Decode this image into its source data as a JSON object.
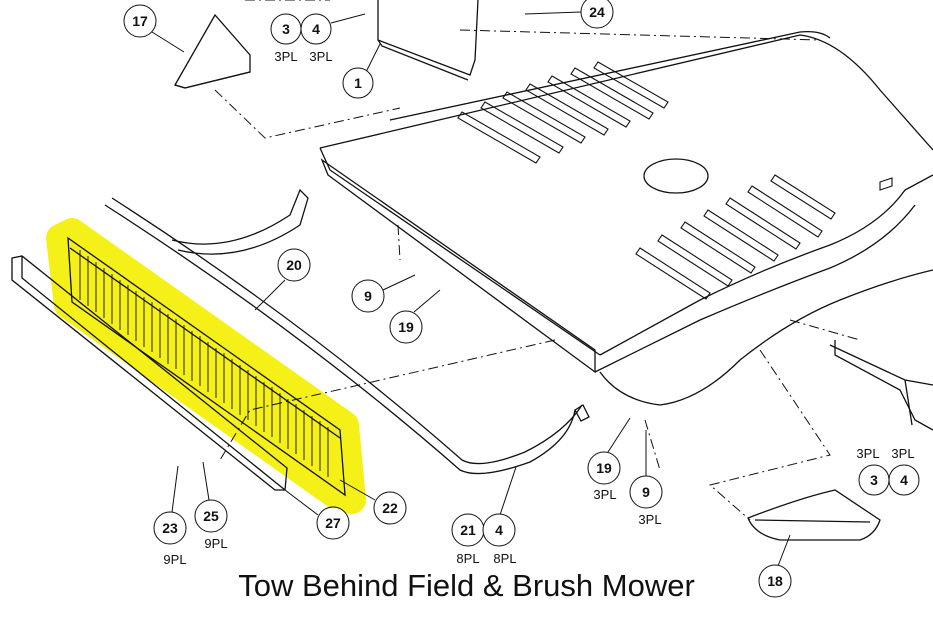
{
  "caption": "Tow Behind Field & Brush Mower",
  "highlight_color": "#f5f000",
  "callouts": [
    {
      "id": "c17",
      "num": "17"
    },
    {
      "id": "c3a",
      "num": "3",
      "qty": "3PL"
    },
    {
      "id": "c4a",
      "num": "4",
      "qty": "3PL"
    },
    {
      "id": "c1",
      "num": "1"
    },
    {
      "id": "c24",
      "num": "24"
    },
    {
      "id": "c20",
      "num": "20"
    },
    {
      "id": "c9a",
      "num": "9"
    },
    {
      "id": "c19a",
      "num": "19"
    },
    {
      "id": "c22",
      "num": "22"
    },
    {
      "id": "c27",
      "num": "27"
    },
    {
      "id": "c23",
      "num": "23",
      "qty": "9PL"
    },
    {
      "id": "c25",
      "num": "25",
      "qty": "9PL"
    },
    {
      "id": "c21",
      "num": "21",
      "qty": "8PL"
    },
    {
      "id": "c4b",
      "num": "4",
      "qty": "8PL"
    },
    {
      "id": "c19b",
      "num": "19",
      "qty": "3PL"
    },
    {
      "id": "c9b",
      "num": "9",
      "qty": "3PL"
    },
    {
      "id": "c3b",
      "num": "3",
      "qty": "3PL"
    },
    {
      "id": "c4c",
      "num": "4",
      "qty": "3PL"
    },
    {
      "id": "c18",
      "num": "18"
    }
  ]
}
